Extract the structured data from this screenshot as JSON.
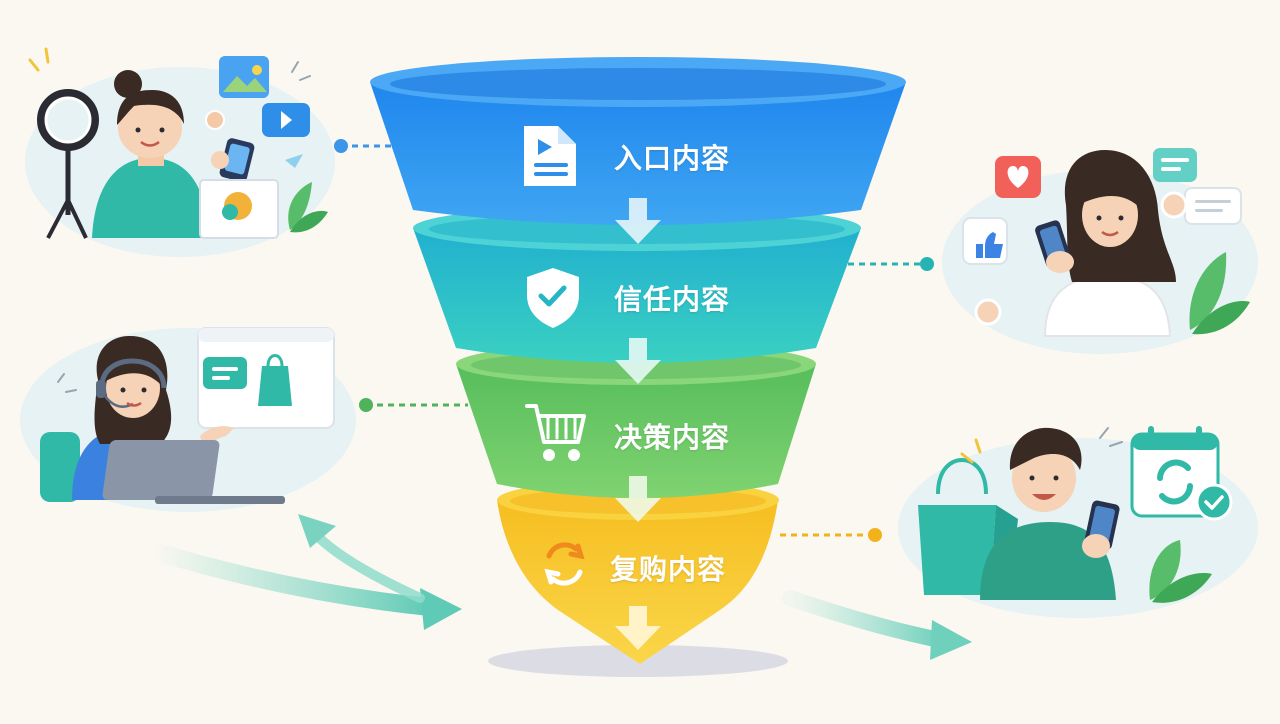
{
  "funnel": {
    "stages": [
      {
        "id": "entry",
        "label": "入口内容",
        "icon": "video-document-icon",
        "color": "#2f95ee"
      },
      {
        "id": "trust",
        "label": "信任内容",
        "icon": "shield-check-icon",
        "color": "#2cc1c8"
      },
      {
        "id": "decision",
        "label": "决策内容",
        "icon": "shopping-cart-icon",
        "color": "#5cc268"
      },
      {
        "id": "repeat",
        "label": "复购内容",
        "icon": "refresh-cycle-icon",
        "color": "#f7c82e"
      }
    ]
  },
  "scenes": [
    {
      "id": "creator",
      "icon": "ring-light-creator-illustration"
    },
    {
      "id": "engager",
      "icon": "phone-social-engagement-illustration"
    },
    {
      "id": "support",
      "icon": "customer-service-headset-illustration"
    },
    {
      "id": "repeater",
      "icon": "repeat-purchase-shopper-illustration"
    }
  ],
  "colors": {
    "background": "#fbf8f1",
    "teal": "#2fb9a6",
    "arrow": "#7fd8c6",
    "connector_blue": "#3b95e8",
    "connector_teal": "#27b3b3",
    "connector_green": "#4fb35c",
    "connector_yellow": "#f2b21b"
  }
}
